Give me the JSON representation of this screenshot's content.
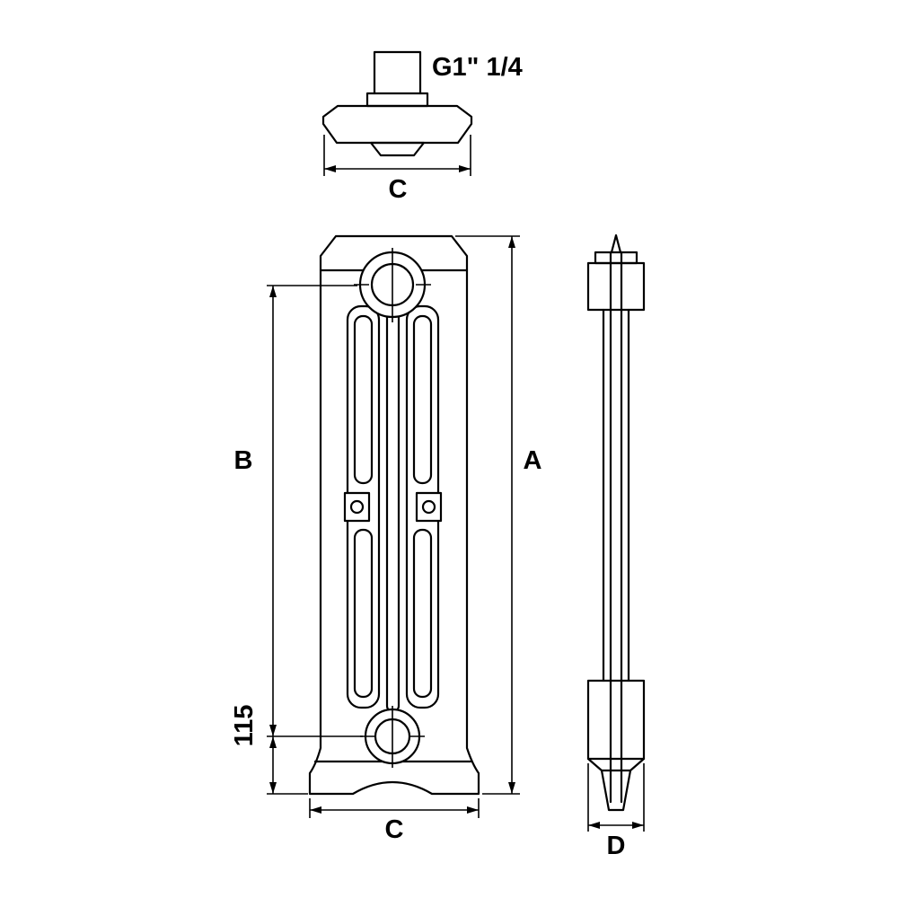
{
  "labels": {
    "thread": "G1\" 1/4",
    "top_width": "C",
    "overall_height": "A",
    "hub_distance": "B",
    "hub_to_floor": "115",
    "bottom_width": "C",
    "depth": "D"
  },
  "colors": {
    "line": "#000000",
    "background": "#ffffff"
  }
}
